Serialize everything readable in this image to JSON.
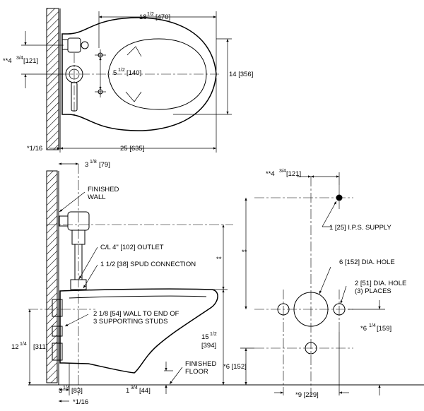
{
  "top_view": {
    "length": "18",
    "length_frac": "1/2",
    "length_metric": "[470]",
    "wall_to_front": "25 [635]",
    "width": "14 [356]",
    "hole_spacing": "5",
    "hole_spacing_frac": "1/2",
    "hole_spacing_metric": "[140]",
    "supply_offset": "**4",
    "supply_offset_frac": "3/4",
    "supply_offset_metric": "[121]",
    "wall_gap": "*1/16"
  },
  "side_view": {
    "outlet_offset": "3",
    "outlet_offset_frac": "1/8",
    "outlet_offset_metric": "[79]",
    "finished_wall": [
      "FINISHED",
      "WALL"
    ],
    "outlet_label": "C/L 4\" [102] OUTLET",
    "spud_label": "1 1/2 [38] SPUD CONNECTION",
    "studs_label": [
      "2 1/8 [54] WALL TO END OF",
      "3 SUPPORTING STUDS"
    ],
    "double_star": "**",
    "rim_height": "15",
    "rim_height_frac": "1/2",
    "rim_height_metric": "[394]",
    "bottom_height": "12",
    "bottom_height_frac": "1/4",
    "bottom_height_metric": "[311]",
    "finished_floor": [
      "FINISHED",
      "FLOOR"
    ],
    "stud_depth": "3",
    "stud_depth_frac": "1/4",
    "stud_depth_metric": "[83]",
    "stud_end": "1",
    "stud_end_frac": "3/4",
    "stud_end_metric": "[44]",
    "wall_gap": "*1/16"
  },
  "rough_in": {
    "supply_offset": "**4",
    "supply_offset_frac": "3/4",
    "supply_offset_metric": "[121]",
    "supply_label": "1 [25] I.P.S. SUPPLY",
    "double_star": "**",
    "outlet_hole": "6 [152] DIA. HOLE",
    "stud_holes": [
      "2 [51] DIA. HOLE",
      "(3) PLACES"
    ],
    "upper_holes_height": "*6",
    "upper_holes_height_frac": "1/4",
    "upper_holes_height_metric": "[159]",
    "lower_hole_height": "*6 [152]",
    "outer_hole_spacing": "*9 [229]"
  }
}
